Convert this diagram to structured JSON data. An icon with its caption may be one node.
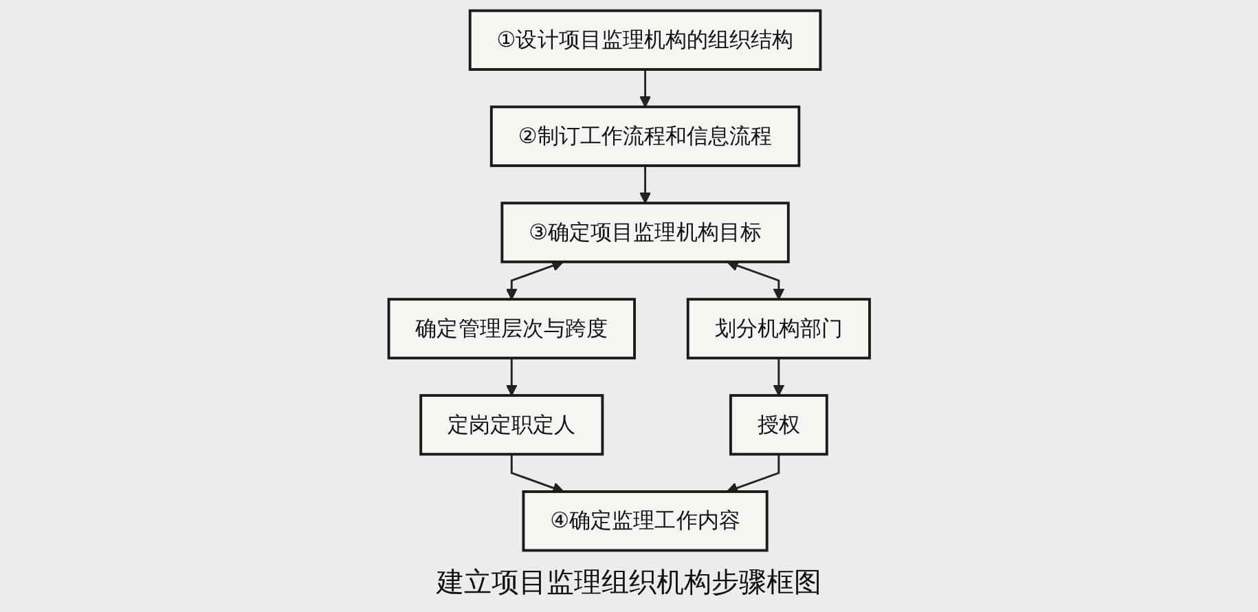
{
  "diagram": {
    "caption": "建立项目监理组织机构步骤框图",
    "nodes": [
      {
        "text": [
          "①设计项目监理机构的组织结构"
        ]
      },
      {
        "text": [
          "②制订工作流程和信息流程"
        ]
      },
      {
        "text": [
          "确定管理层次与跨度"
        ]
      },
      {
        "text": [
          "③确定项目监理机构目标"
        ]
      },
      {
        "text": [
          "划分机构部门"
        ]
      },
      {
        "text": [
          "定岗定职定人"
        ]
      },
      {
        "text": [
          "授权"
        ]
      },
      {
        "text": [
          "④确定监理工作内容"
        ]
      }
    ],
    "edges": [
      {
        "from": 0,
        "to": 1,
        "arrow": "to"
      },
      {
        "from": 1,
        "to": 3,
        "arrow": "to"
      },
      {
        "from": 3,
        "to": 2,
        "arrow": "both"
      },
      {
        "from": 3,
        "to": 4,
        "arrow": "both"
      },
      {
        "from": 2,
        "to": 5,
        "arrow": "to"
      },
      {
        "from": 4,
        "to": 6,
        "arrow": "to"
      },
      {
        "from": 5,
        "to": 7,
        "arrow": "to"
      },
      {
        "from": 6,
        "to": 7,
        "arrow": "to"
      }
    ]
  }
}
